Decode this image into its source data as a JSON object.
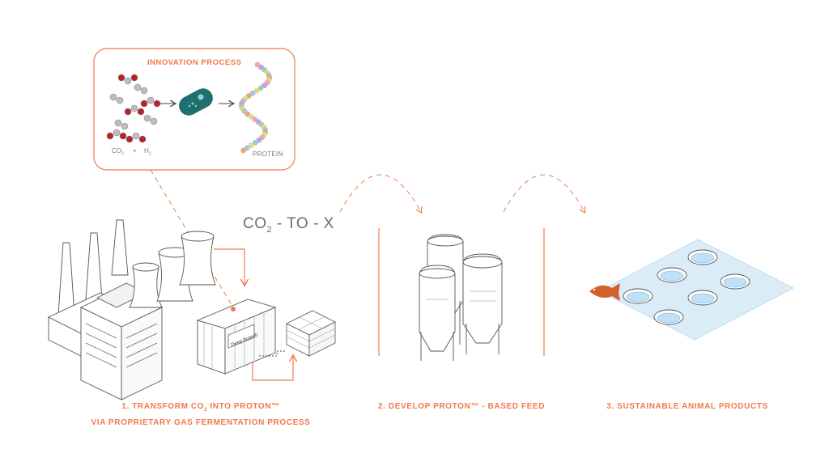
{
  "innovation": {
    "title": "INNOVATION PROCESS",
    "co2_label": "CO",
    "co2_sub": "2",
    "plus": "+",
    "h2_label": "H",
    "h2_sub": "2",
    "protein_label": "PROTEIN"
  },
  "center_label": {
    "co": "CO",
    "sub": "2",
    "rest": " - TO - X"
  },
  "container_logo": "Deep Branch",
  "steps": {
    "step1_line1_a": "1. TRANSFORM CO",
    "step1_line1_sub": "2",
    "step1_line1_b": " INTO PROTON™",
    "step1_line2": "VIA PROPRIETARY GAS FERMENTATION PROCESS",
    "step2": "2. DEVELOP PROTON™ - BASED FEED",
    "step3": "3. SUSTAINABLE ANIMAL PRODUCTS"
  },
  "colors": {
    "accent": "#ef7a4b",
    "molecule_red": "#b5222a",
    "molecule_gray": "#bdbdbd",
    "bacteria": "#1f6f6f",
    "water": "#d9ecf8",
    "line": "#555555"
  }
}
